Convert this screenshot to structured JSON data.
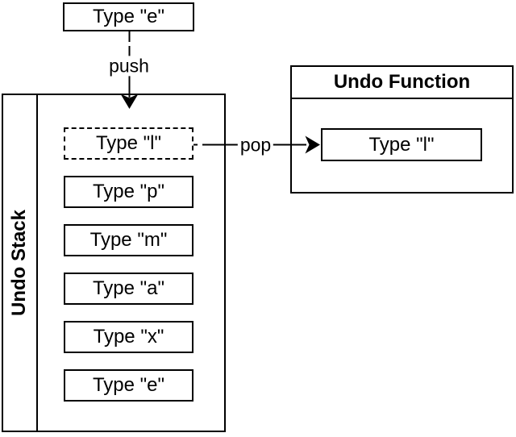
{
  "diagram": {
    "new_item_box": {
      "label": "Type \"e\""
    },
    "push_arrow": {
      "label": "push"
    },
    "pop_arrow": {
      "label": "pop"
    },
    "undo_stack": {
      "title": "Undo Stack",
      "items": [
        {
          "label": "Type \"l\"",
          "style": "dashed"
        },
        {
          "label": "Type \"p\"",
          "style": "solid"
        },
        {
          "label": "Type \"m\"",
          "style": "solid"
        },
        {
          "label": "Type \"a\"",
          "style": "solid"
        },
        {
          "label": "Type \"x\"",
          "style": "solid"
        },
        {
          "label": "Type \"e\"",
          "style": "solid"
        }
      ]
    },
    "undo_function": {
      "title": "Undo Function",
      "item": {
        "label": "Type \"l\""
      }
    },
    "colors": {
      "stroke": "#000000",
      "fill": "#ffffff"
    }
  }
}
